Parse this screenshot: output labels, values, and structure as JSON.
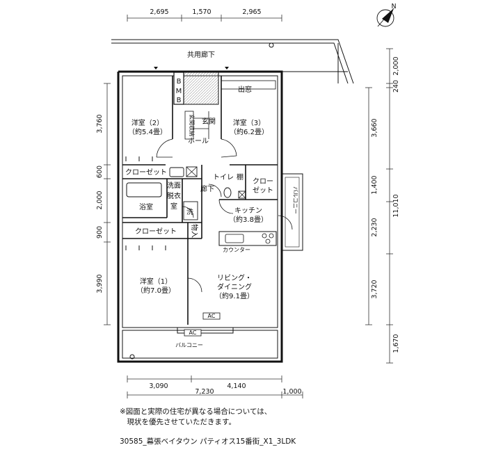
{
  "dimensions": {
    "top": [
      "2,695",
      "1,570",
      "2,965"
    ],
    "right_outer": [
      "2,000",
      "240",
      "3,660",
      "1,400",
      "2,230",
      "3,720",
      "1,670"
    ],
    "right_total": "11,010",
    "left": [
      "3,760",
      "600",
      "2,000",
      "900",
      "3,990"
    ],
    "bottom_inner": [
      "3,090",
      "4,140"
    ],
    "bottom_total": "7,230",
    "bottom_extra": "1,000"
  },
  "compass": {
    "north": "N"
  },
  "rooms": {
    "shared_corridor": "共用廊下",
    "bay_window": "出窓",
    "western2_name": "洋室（2）",
    "western2_size": "（約5.4畳）",
    "western3_name": "洋室（3）",
    "western3_size": "（約6.2畳）",
    "entrance": "玄関",
    "entrance_storage": "玄関収納",
    "hall": "ホール",
    "closet_left": "クローゼット",
    "toilet": "トイレ",
    "shelf": "棚",
    "corridor": "廊下",
    "closet_right_1": "クロー",
    "closet_right_2": "ゼット",
    "washroom": "洗面脱衣室",
    "bathroom": "浴室",
    "wash": "洗",
    "kitchen_name": "キッチン",
    "kitchen_size": "（約3.8畳）",
    "balcony_side": "バルコニー",
    "closet_lower": "クローゼット",
    "storage": "物入",
    "counter": "カウンター",
    "western1_name": "洋室（1）",
    "western1_size": "（約7.0畳）",
    "living_1": "リビング・",
    "living_2": "ダイニング",
    "living_size": "（約9.1畳）",
    "ac_1": "AC",
    "ac_2": "AC",
    "balcony_main": "バルコニー",
    "bmb": [
      "B",
      "M",
      "B"
    ]
  },
  "note_lines": [
    "※図面と実際の住宅が異なる場合については、",
    "　現状を優先させていただきます。"
  ],
  "footer": "30585_幕張ベイタウン パティオス15番街_X1_3LDK"
}
